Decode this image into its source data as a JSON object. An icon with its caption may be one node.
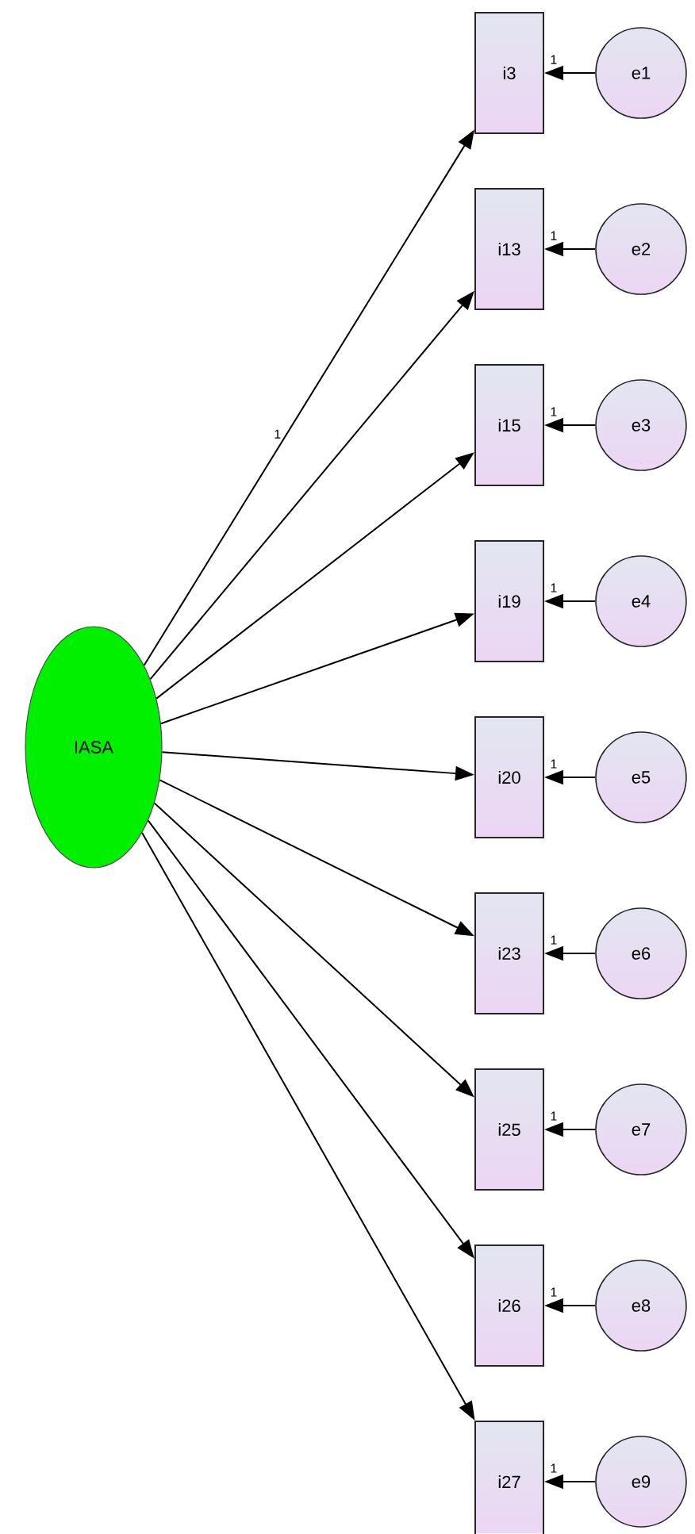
{
  "diagram": {
    "nodes": [
      {
        "text": [
          "IASA"
        ]
      },
      {
        "text": [
          "i3"
        ]
      },
      {
        "text": [
          "i13"
        ]
      },
      {
        "text": [
          "i15"
        ]
      },
      {
        "text": [
          "i19"
        ]
      },
      {
        "text": [
          "i20"
        ]
      },
      {
        "text": [
          "i23"
        ]
      },
      {
        "text": [
          "i25"
        ]
      },
      {
        "text": [
          "i26"
        ]
      },
      {
        "text": [
          "i27"
        ]
      },
      {
        "text": [
          "e1"
        ]
      },
      {
        "text": [
          "e2"
        ]
      },
      {
        "text": [
          "e3"
        ]
      },
      {
        "text": [
          "e4"
        ]
      },
      {
        "text": [
          "e5"
        ]
      },
      {
        "text": [
          "e6"
        ]
      },
      {
        "text": [
          "e7"
        ]
      },
      {
        "text": [
          "e8"
        ]
      },
      {
        "text": [
          "e9"
        ]
      }
    ],
    "edges": [
      {
        "from": 0,
        "to": 1,
        "arrow": "to",
        "label": "1"
      },
      {
        "from": 0,
        "to": 2,
        "arrow": "to"
      },
      {
        "from": 0,
        "to": 3,
        "arrow": "to"
      },
      {
        "from": 0,
        "to": 4,
        "arrow": "to"
      },
      {
        "from": 0,
        "to": 5,
        "arrow": "to"
      },
      {
        "from": 0,
        "to": 6,
        "arrow": "to"
      },
      {
        "from": 0,
        "to": 7,
        "arrow": "to"
      },
      {
        "from": 0,
        "to": 8,
        "arrow": "to"
      },
      {
        "from": 0,
        "to": 9,
        "arrow": "to"
      },
      {
        "from": 10,
        "to": 1,
        "arrow": "to",
        "label": "1"
      },
      {
        "from": 11,
        "to": 2,
        "arrow": "to",
        "label": "1"
      },
      {
        "from": 12,
        "to": 3,
        "arrow": "to",
        "label": "1"
      },
      {
        "from": 13,
        "to": 4,
        "arrow": "to",
        "label": "1"
      },
      {
        "from": 14,
        "to": 5,
        "arrow": "to",
        "label": "1"
      },
      {
        "from": 15,
        "to": 6,
        "arrow": "to",
        "label": "1"
      },
      {
        "from": 16,
        "to": 7,
        "arrow": "to",
        "label": "1"
      },
      {
        "from": 17,
        "to": 8,
        "arrow": "to",
        "label": "1"
      },
      {
        "from": 18,
        "to": 9,
        "arrow": "to",
        "label": "1"
      }
    ]
  }
}
